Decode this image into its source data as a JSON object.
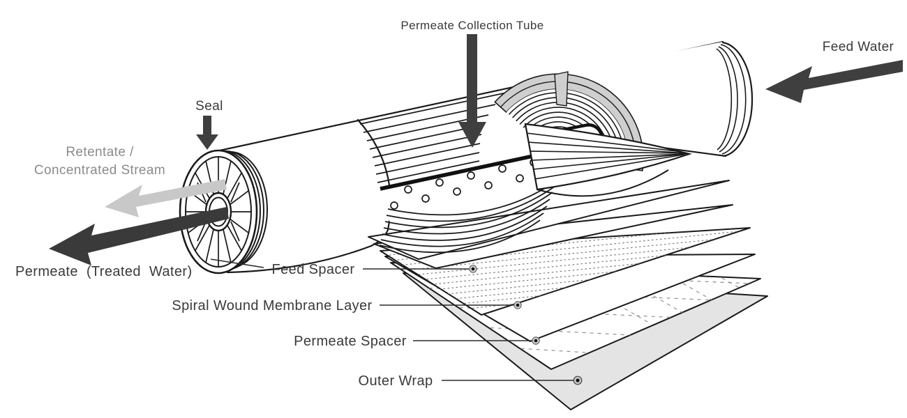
{
  "diagram": {
    "type": "technical-illustration",
    "subject": "Spiral wound membrane module cutaway",
    "background": "#ffffff",
    "colors": {
      "line": "#1a1a1a",
      "dark_arrow": "#3f3f3f",
      "light_arrow": "#c8c8c8",
      "gray_text": "#8b8b8b",
      "label_text": "#3a3a3a",
      "arc_shading": "#cfcfcf",
      "outer_wrap_sheet": "#e4e4e4"
    },
    "flow_labels": {
      "permeate_collection_tube": "Permeate Collection Tube",
      "feed_water": "Feed Water",
      "seal": "Seal",
      "retentate_line1": "Retentate /",
      "retentate_line2": "Concentrated Stream",
      "permeate": "Permeate (Treated Water)"
    },
    "layer_labels": {
      "feed_spacer": "Feed Spacer",
      "membrane": "Spiral Wound Membrane Layer",
      "permeate_spacer": "Permeate Spacer",
      "outer_wrap": "Outer Wrap"
    },
    "arrows": [
      {
        "name": "seal-arrow",
        "direction": "down",
        "color": "#3f3f3f"
      },
      {
        "name": "permeate-collection-tube-arrow",
        "direction": "down",
        "color": "#3f3f3f"
      },
      {
        "name": "feed-water-arrow",
        "direction": "left",
        "color": "#3f3f3f"
      },
      {
        "name": "retentate-arrow",
        "direction": "left",
        "color": "#c8c8c8"
      },
      {
        "name": "permeate-arrow",
        "direction": "left",
        "color": "#3a3a3a"
      }
    ]
  }
}
